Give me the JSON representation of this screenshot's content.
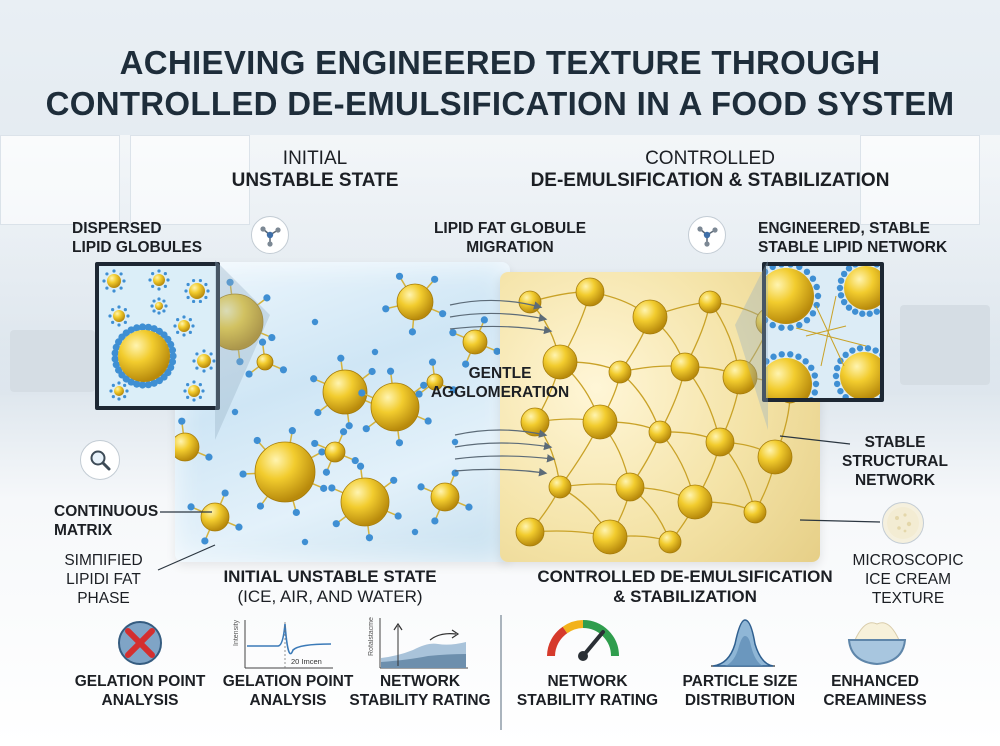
{
  "title": {
    "line1": "ACHIEVING ENGINEERED TEXTURE THROUGH",
    "line2": "CONTROLLED DE-EMULSIFICATION IN A FOOD SYSTEM"
  },
  "left_header": {
    "line1": "INITIAL",
    "line2": "UNSTABLE STATE"
  },
  "right_header": {
    "line1": "CONTROLLED",
    "line2": "DE-EMULSIFICATION & STABILIZATION"
  },
  "labels": {
    "dispersed": [
      "DISPERSED",
      "LIPID GLOBULES"
    ],
    "migration": [
      "LIPID FAT GLOBULE",
      "MIGRATION"
    ],
    "engineered": [
      "ENGINEERED, STABLE",
      "STABLE LIPID NETWORK"
    ],
    "agglomeration": [
      "GENTLE",
      "AGGLOMERATION"
    ],
    "structural": [
      "STABLE",
      "STRUCTURAL",
      "NETWORK"
    ],
    "continuous": [
      "CONTINUOUS",
      "MATRIX"
    ],
    "simplified": [
      "SIMПIFIED",
      "LIPIDI FAT",
      "PHASE"
    ],
    "microscopic": [
      "MICROSCOPIC",
      "ICE CREAM",
      "TEXTURE"
    ],
    "initial_bottom": [
      "INITIAL UNSTABLE STATE",
      "(ICE, AIR, AND WATER)"
    ],
    "controlled_bottom": [
      "CONTROLLED DE-EMULSIFICATION",
      "& STABILIZATION"
    ]
  },
  "graph_text": {
    "intensity": "Intensity",
    "time": "20 Imcen",
    "stability": "Rofalstacme"
  },
  "bottom_icons": [
    {
      "name": "cross-icon",
      "label": [
        "GELATION POINT",
        "ANALYSIS"
      ]
    },
    {
      "name": "peak-graph-icon",
      "label": [
        "GELATION POINT",
        "ANALYSIS"
      ]
    },
    {
      "name": "stability-graph-icon",
      "label": [
        "NETWORK",
        "STABILITY RATING"
      ]
    },
    {
      "name": "gauge-icon",
      "label": [
        "NETWORK",
        "STABILITY RATING"
      ]
    },
    {
      "name": "distribution-icon",
      "label": [
        "PARTICLE SIZE",
        "DISTRIBUTION"
      ]
    },
    {
      "name": "bowl-icon",
      "label": [
        "ENHANCED",
        "CREAMINESS"
      ]
    }
  ],
  "colors": {
    "lipid_gold": "#e2b51c",
    "emulsifier_blue": "#3f8fd3",
    "ice_blue": "#d4eaf7",
    "cream": "#f3e2a6",
    "dark_text": "#1c1f24"
  }
}
